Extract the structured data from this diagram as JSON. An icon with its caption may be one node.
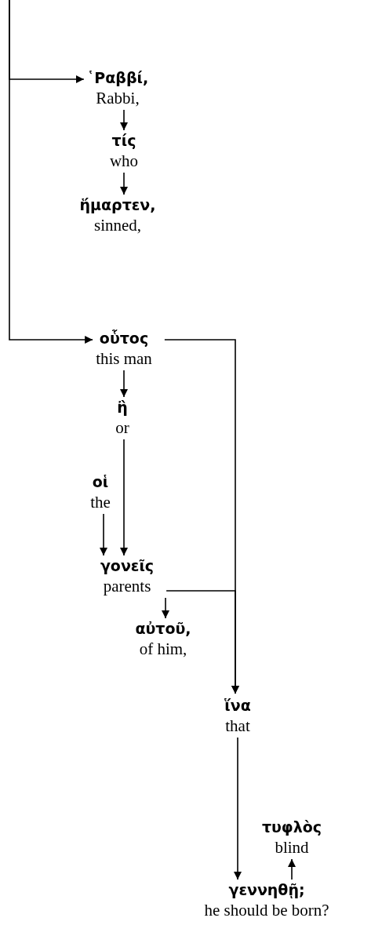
{
  "diagram": {
    "nodes": [
      {
        "text": [
          "῾Ραββί,",
          "Rabbi,"
        ]
      },
      {
        "text": [
          "τίς",
          "who"
        ]
      },
      {
        "text": [
          "ἥμαρτεν,",
          "sinned,"
        ]
      },
      {
        "text": [
          "οὗτος",
          "this man"
        ]
      },
      {
        "text": [
          "ἢ",
          "or"
        ]
      },
      {
        "text": [
          "οἱ",
          "the"
        ]
      },
      {
        "text": [
          "γονεῖς",
          "parents"
        ]
      },
      {
        "text": [
          "αὐτοῦ,",
          "of him,"
        ]
      },
      {
        "text": [
          "ἵνα",
          "that"
        ]
      },
      {
        "text": [
          "τυφλὸς",
          "blind"
        ]
      },
      {
        "text": [
          "γεννηθῇ;",
          "he should be born?"
        ]
      }
    ],
    "edges": [
      {
        "from": null,
        "to": 0,
        "arrow": "to"
      },
      {
        "from": null,
        "to": 3,
        "arrow": "to"
      },
      {
        "from": 0,
        "to": 1,
        "arrow": "to"
      },
      {
        "from": 1,
        "to": 2,
        "arrow": "to"
      },
      {
        "from": 3,
        "to": 4,
        "arrow": "to"
      },
      {
        "from": 4,
        "to": 6,
        "arrow": "to"
      },
      {
        "from": 5,
        "to": 6,
        "arrow": "to"
      },
      {
        "from": 6,
        "to": 7,
        "arrow": "to"
      },
      {
        "from": 3,
        "to": 8,
        "arrow": "to"
      },
      {
        "from": 6,
        "to": 8,
        "arrow": "to"
      },
      {
        "from": 8,
        "to": 10,
        "arrow": "to"
      },
      {
        "from": 10,
        "to": 9,
        "arrow": "to"
      }
    ]
  }
}
